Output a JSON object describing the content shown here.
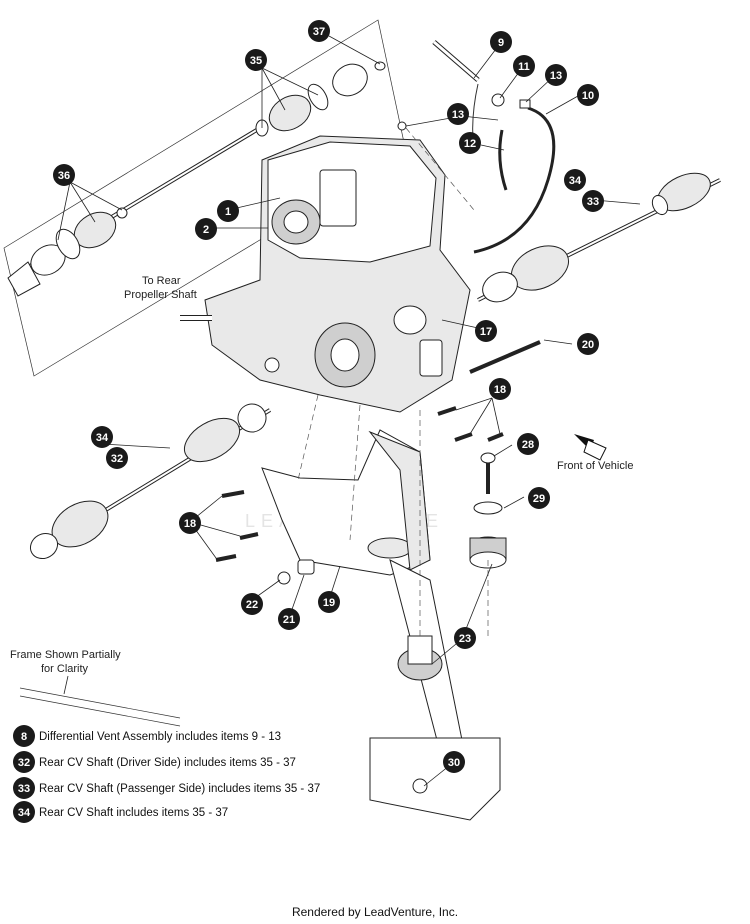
{
  "labels": {
    "to_rear_line1": "To Rear",
    "to_rear_line2": "Propeller Shaft",
    "front_of_vehicle": "Front of Vehicle",
    "frame_line1": "Frame Shown Partially",
    "frame_line2": "for Clarity",
    "watermark": "LEADVENTURE"
  },
  "callouts": [
    {
      "id": "c37",
      "n": "37"
    },
    {
      "id": "c35",
      "n": "35"
    },
    {
      "id": "c36",
      "n": "36"
    },
    {
      "id": "c9",
      "n": "9"
    },
    {
      "id": "c11",
      "n": "11"
    },
    {
      "id": "c13a",
      "n": "13"
    },
    {
      "id": "c13b",
      "n": "13"
    },
    {
      "id": "c10",
      "n": "10"
    },
    {
      "id": "c12",
      "n": "12"
    },
    {
      "id": "c34a",
      "n": "34"
    },
    {
      "id": "c33",
      "n": "33"
    },
    {
      "id": "c1",
      "n": "1"
    },
    {
      "id": "c2",
      "n": "2"
    },
    {
      "id": "c17",
      "n": "17"
    },
    {
      "id": "c20",
      "n": "20"
    },
    {
      "id": "c18a",
      "n": "18"
    },
    {
      "id": "c34b",
      "n": "34"
    },
    {
      "id": "c32",
      "n": "32"
    },
    {
      "id": "c28",
      "n": "28"
    },
    {
      "id": "c29",
      "n": "29"
    },
    {
      "id": "c18b",
      "n": "18"
    },
    {
      "id": "c22",
      "n": "22"
    },
    {
      "id": "c21",
      "n": "21"
    },
    {
      "id": "c19",
      "n": "19"
    },
    {
      "id": "c23",
      "n": "23"
    },
    {
      "id": "c30",
      "n": "30"
    }
  ],
  "legend": [
    {
      "n": "8",
      "text": "Differential Vent Assembly includes items 9 - 13"
    },
    {
      "n": "32",
      "text": "Rear CV Shaft (Driver Side) includes items 35 - 37"
    },
    {
      "n": "33",
      "text": "Rear CV Shaft (Passenger Side) includes items 35 - 37"
    },
    {
      "n": "34",
      "text": "Rear CV Shaft includes items 35 - 37"
    }
  ],
  "footer": "Rendered by LeadVenture, Inc."
}
